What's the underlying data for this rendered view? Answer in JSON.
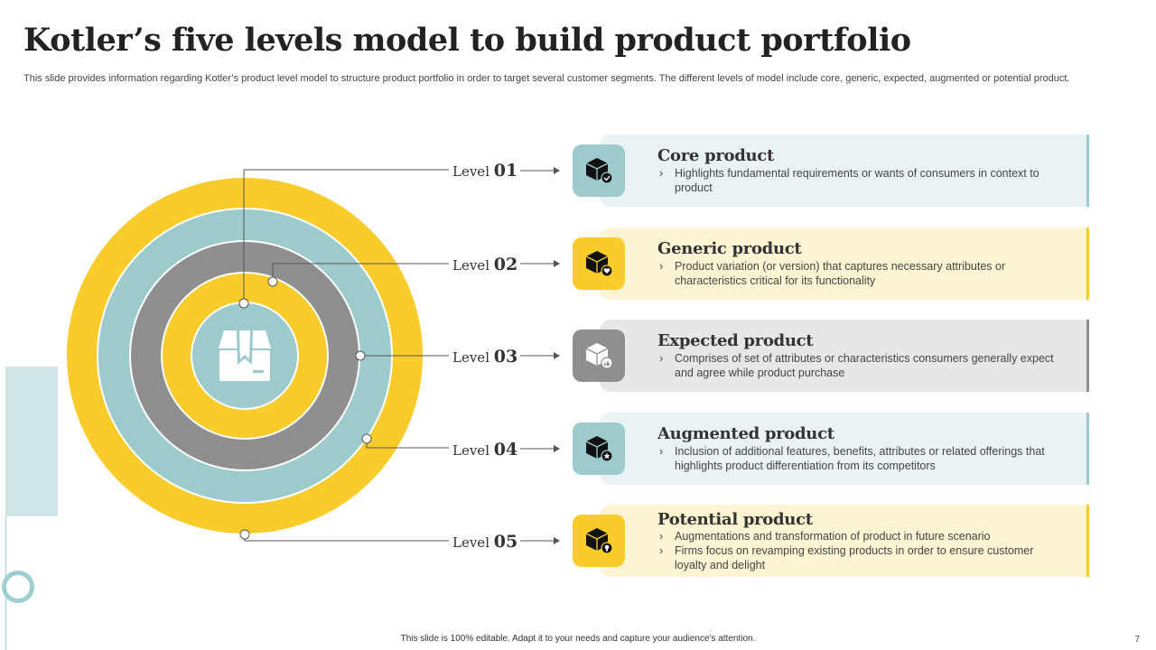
{
  "title": "Kotler’s five levels model to build product portfolio",
  "subtitle": "This slide provides information regarding Kotler’s product level model to structure product portfolio in order to target several customer segments. The different levels of model include core, generic, expected, augmented or potential product.",
  "colors": {
    "teal": "#9dcbcc",
    "yellow": "#f9cc2c",
    "gray": "#8f8f8f",
    "teal_light": "#e9f2f4",
    "yellow_light": "#fdf4d3",
    "gray_light": "#e7e7e7"
  },
  "levels": [
    {
      "label": "Level",
      "num": "01",
      "title": "Core product",
      "icon": "box-check-icon",
      "theme": "teal",
      "bullets": [
        "Highlights fundamental requirements  or wants of consumers in context to product"
      ]
    },
    {
      "label": "Level",
      "num": "02",
      "title": "Generic product",
      "icon": "box-heart-icon",
      "theme": "yellow",
      "bullets": [
        "Product variation  (or version)  that captures necessary attributes or characteristics critical for its functionality"
      ]
    },
    {
      "label": "Level",
      "num": "03",
      "title": "Expected product",
      "icon": "box-thumbs-up-icon",
      "theme": "gray",
      "bullets": [
        "Comprises of set of attributes or characteristics consumers generally expect and agree  while  product  purchase"
      ]
    },
    {
      "label": "Level",
      "num": "04",
      "title": "Augmented product",
      "icon": "box-star-icon",
      "theme": "teal",
      "bullets": [
        "Inclusion of additional features,  benefits,  attributes or related offerings that highlights product differentiation  from its competitors"
      ]
    },
    {
      "label": "Level",
      "num": "05",
      "title": "Potential product",
      "icon": "box-bulb-icon",
      "theme": "yellow",
      "bullets": [
        "Augmentations  and transformation  of product  in future scenario",
        "Firms focus on revamping  existing products  in order to ensure customer loyalty and delight"
      ]
    }
  ],
  "center_icon": "package-box-icon",
  "footer": "This slide is 100% editable.  Adapt it to your needs and capture your audience's attention.",
  "page_number": "7"
}
